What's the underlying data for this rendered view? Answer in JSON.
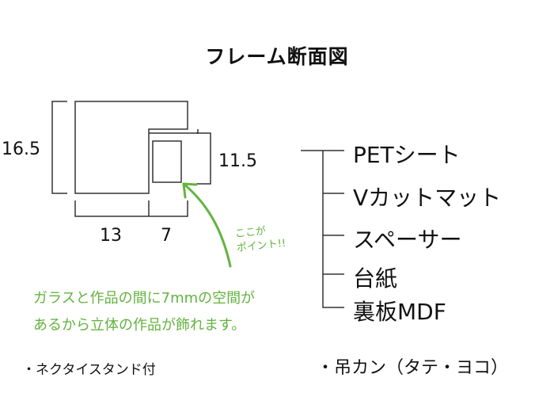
{
  "title": "フレーム断面図",
  "dimensions": {
    "height_total": "16.5",
    "height_inner": "11.5",
    "width_left": "13",
    "width_right": "7"
  },
  "callout": {
    "point": "ここが\nポイント!!",
    "point_line1": "ここが",
    "point_line2": "ポイント!!",
    "note_line1": "ガラスと作品の間に7mmの空間が",
    "note_line2": "あるから立体の作品が飾れます。"
  },
  "layers": [
    "PETシート",
    "Vカットマット",
    "スペーサー",
    "台紙",
    "裏板MDF"
  ],
  "features": {
    "stand": "・ネクタイスタンド付",
    "hanger": "・吊カン（タテ・ヨコ）"
  },
  "colors": {
    "line": "#333333",
    "accent": "#63b33f",
    "text": "#111111"
  }
}
